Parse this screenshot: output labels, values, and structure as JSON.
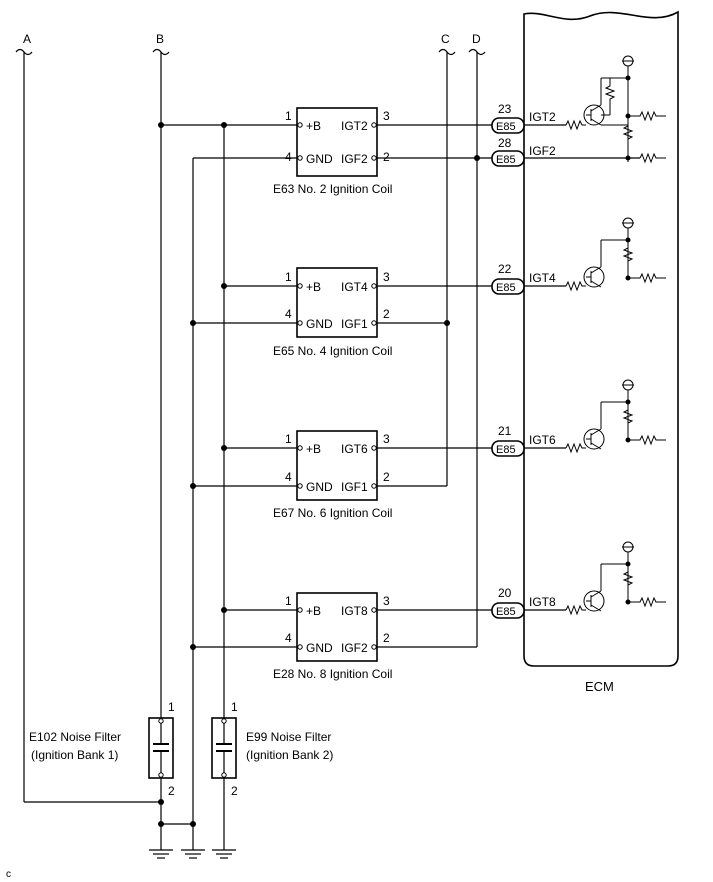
{
  "buses": [
    {
      "id": "A",
      "label": "A"
    },
    {
      "id": "B",
      "label": "B"
    },
    {
      "id": "C",
      "label": "C"
    },
    {
      "id": "D",
      "label": "D"
    }
  ],
  "coils": [
    {
      "caption": "E63 No. 2 Ignition Coil",
      "pin1": "1",
      "pin1_label": "+B",
      "pin4": "4",
      "pin4_label": "GND",
      "pin3": "3",
      "pin3_label": "IGT2",
      "pin2": "2",
      "pin2_label": "IGF2",
      "ecm_conn": [
        {
          "pin": "23",
          "connector": "E85",
          "signal": "IGT2"
        },
        {
          "pin": "28",
          "connector": "E85",
          "signal": "IGF2"
        }
      ]
    },
    {
      "caption": "E65 No. 4 Ignition Coil",
      "pin1": "1",
      "pin1_label": "+B",
      "pin4": "4",
      "pin4_label": "GND",
      "pin3": "3",
      "pin3_label": "IGT4",
      "pin2": "2",
      "pin2_label": "IGF1",
      "ecm_conn": [
        {
          "pin": "22",
          "connector": "E85",
          "signal": "IGT4"
        }
      ]
    },
    {
      "caption": "E67 No. 6 Ignition Coil",
      "pin1": "1",
      "pin1_label": "+B",
      "pin4": "4",
      "pin4_label": "GND",
      "pin3": "3",
      "pin3_label": "IGT6",
      "pin2": "2",
      "pin2_label": "IGF1",
      "ecm_conn": [
        {
          "pin": "21",
          "connector": "E85",
          "signal": "IGT6"
        }
      ]
    },
    {
      "caption": "E28 No. 8 Ignition Coil",
      "pin1": "1",
      "pin1_label": "+B",
      "pin4": "4",
      "pin4_label": "GND",
      "pin3": "3",
      "pin3_label": "IGT8",
      "pin2": "2",
      "pin2_label": "IGF2",
      "ecm_conn": [
        {
          "pin": "20",
          "connector": "E85",
          "signal": "IGT8"
        }
      ]
    }
  ],
  "ecm": {
    "label": "ECM"
  },
  "noise_filters": [
    {
      "line1": "E102 Noise Filter",
      "line2": "(Ignition Bank 1)",
      "pin_top": "1",
      "pin_bottom": "2"
    },
    {
      "line1": "E99 Noise Filter",
      "line2": "(Ignition Bank 2)",
      "pin_top": "1",
      "pin_bottom": "2"
    }
  ],
  "corner_mark": "c"
}
